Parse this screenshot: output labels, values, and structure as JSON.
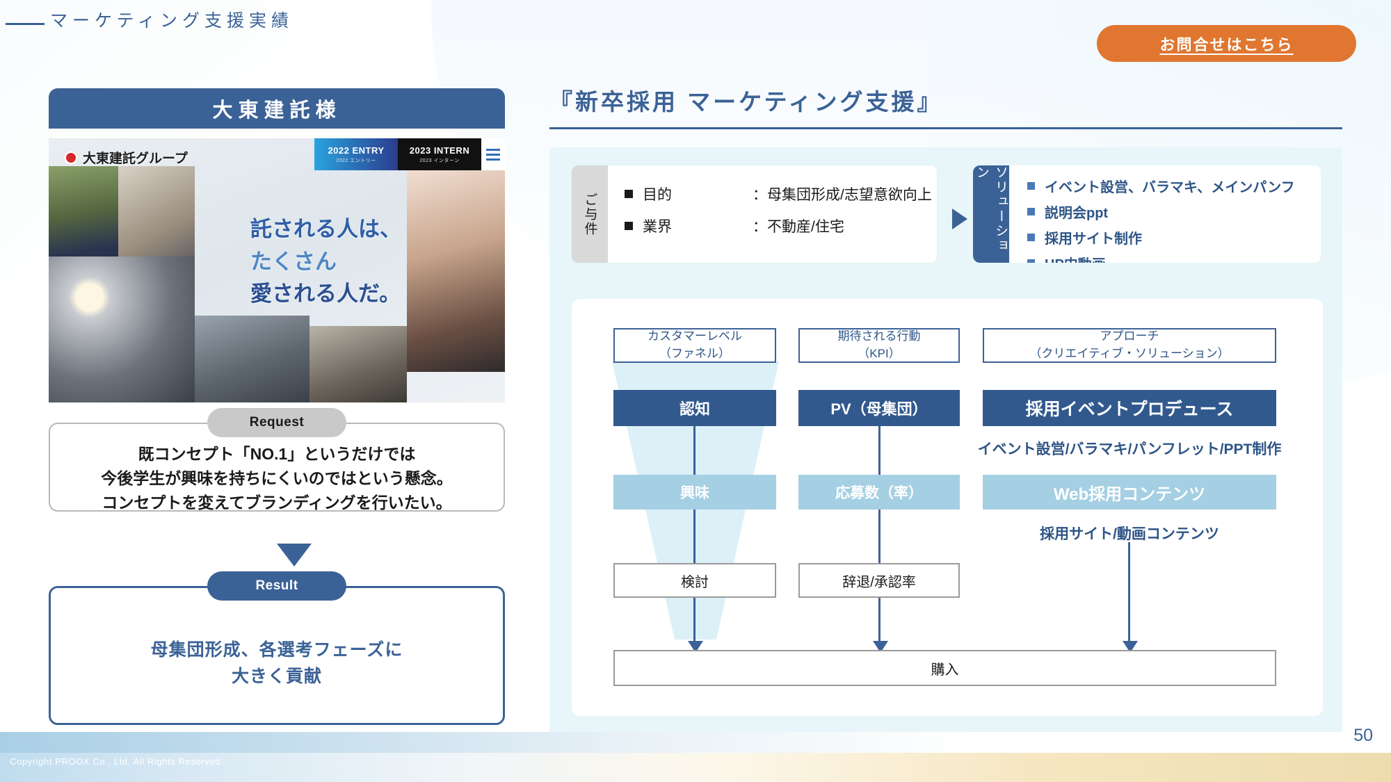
{
  "header": {
    "eyebrow": "マーケティング支援実績",
    "contact_button": "お問合せはこちら"
  },
  "left": {
    "client_tab": "大東建託様",
    "screenshot": {
      "logo_text": "大東建託グループ",
      "nav_primary": "2022 ENTRY",
      "nav_primary_sub": "2022 エントリー",
      "nav_secondary": "2023 INTERN",
      "nav_secondary_sub": "2023 インターン",
      "hero_line1": "託される人は、",
      "hero_line2": "たくさん",
      "hero_line3": "愛される人だ。"
    },
    "request": {
      "pill": "Request",
      "line1": "既コンセプト「NO.1」というだけでは",
      "line2": "今後学生が興味を持ちにくいのではという懸念。",
      "line3": "コンセプトを変えてブランディングを行いたい。"
    },
    "result": {
      "pill": "Result",
      "line1": "母集団形成、各選考フェーズに",
      "line2": "大きく貢献"
    }
  },
  "right": {
    "title": "『新卒採用 マーケティング支援』",
    "requirements": {
      "tab_label": "ご与件",
      "rows": [
        {
          "key": "目的",
          "value": "：母集団形成/志望意欲向上"
        },
        {
          "key": "業界",
          "value": "：不動産/住宅"
        }
      ]
    },
    "solution": {
      "tab_label": "ソリューション",
      "items": [
        "イベント設営、バラマキ、メインパンフ",
        "説明会ppt",
        "採用サイト制作",
        "HP内動画"
      ]
    },
    "funnel": {
      "column_headers": [
        {
          "line1": "カスタマーレベル",
          "line2": "（ファネル）"
        },
        {
          "line1": "期待される行動",
          "line2": "（KPI）"
        },
        {
          "line1": "アプローチ",
          "line2": "（クリエイティブ・ソリューション）"
        }
      ],
      "customer_levels": [
        "認知",
        "興味",
        "検討"
      ],
      "kpis": [
        "PV（母集団）",
        "応募数（率）",
        "辞退/承認率"
      ],
      "approaches": [
        {
          "title": "採用イベントプロデュース",
          "caption": "イベント設営/バラマキ/パンフレット/PPT制作"
        },
        {
          "title": "Web採用コンテンツ",
          "caption": "採用サイト/動画コンテンツ"
        }
      ],
      "footer_box": "購入"
    }
  },
  "footer": {
    "copyright": "Copyright  PROOX Co., Ltd. All Rights Reserved.",
    "page_number": "50"
  },
  "colors": {
    "brand_blue": "#3b6296",
    "deep_blue": "#31598e",
    "light_blue": "#a5cfe3",
    "panel_bg": "#e8f6fa",
    "accent_orange": "#e0762f",
    "gray_pill": "#c9c9c9"
  }
}
